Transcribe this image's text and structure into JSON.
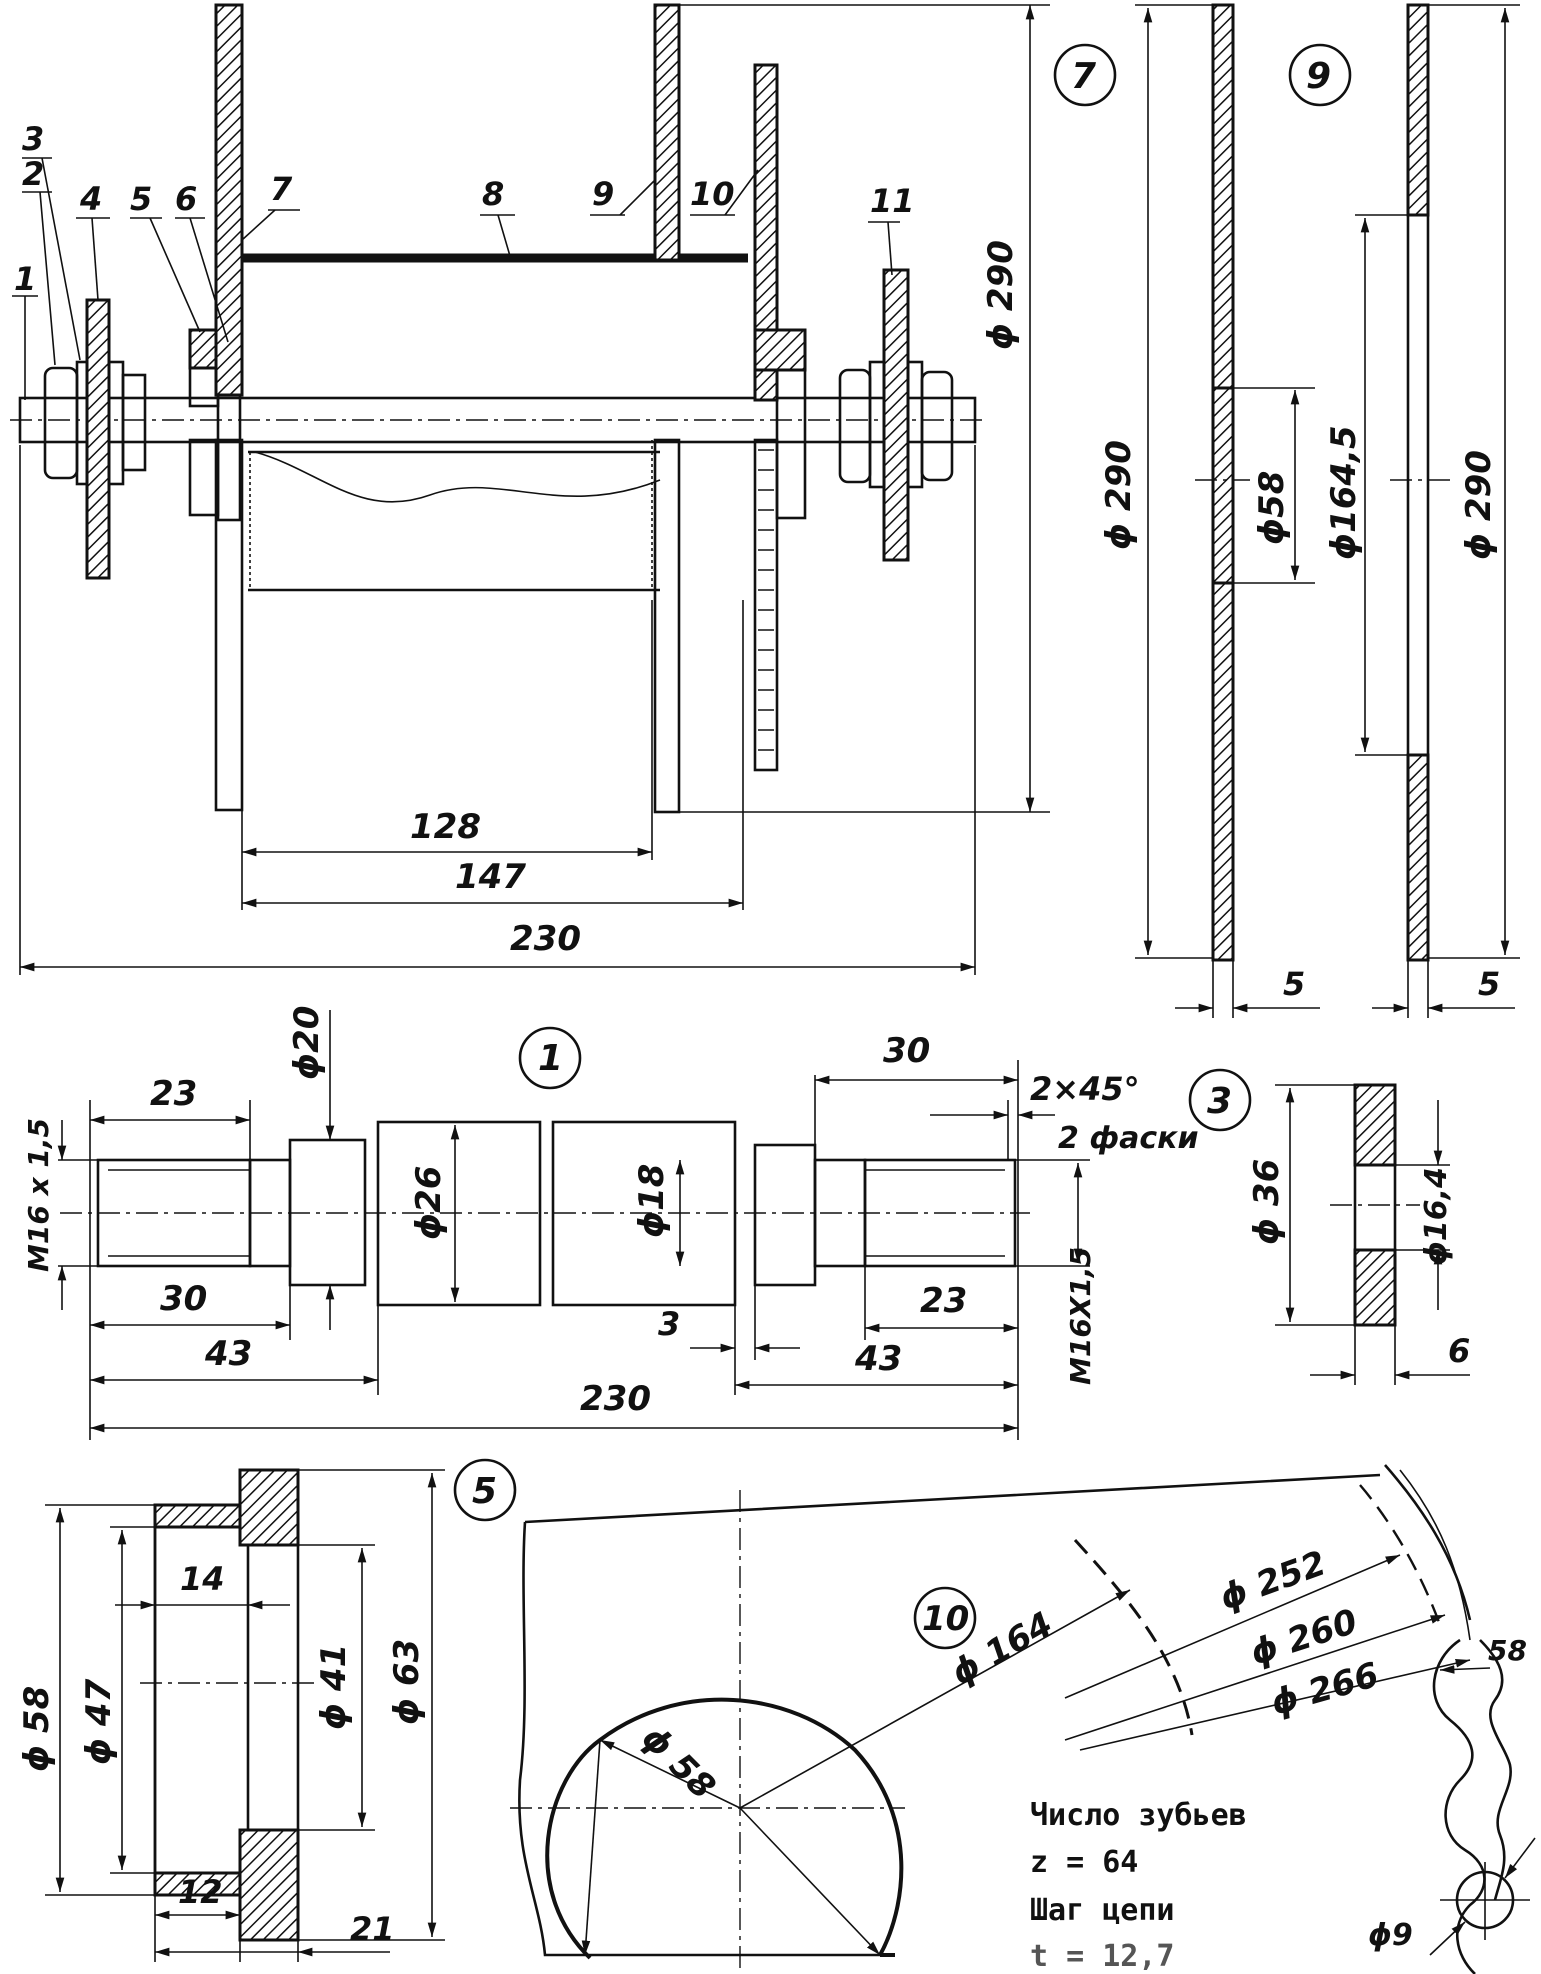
{
  "assembly": {
    "part_labels": [
      "1",
      "2",
      "3",
      "4",
      "5",
      "6",
      "7",
      "8",
      "9",
      "10",
      "11"
    ],
    "dims": {
      "d128": "128",
      "d147": "147",
      "d230": "230",
      "phi290": "ϕ 290"
    }
  },
  "part7": {
    "circle": "7",
    "phi290": "ϕ 290",
    "t5": "5"
  },
  "part9": {
    "circle": "9",
    "phi290a": "ϕ 290",
    "phi58": "ϕ58",
    "phi164": "ϕ164,5",
    "phi290b": "ϕ 290",
    "t5": "5"
  },
  "part1": {
    "circle": "1",
    "thread_left": "M16 x 1,5",
    "thread_right": "M16X1,5",
    "d23a": "23",
    "d30a": "30",
    "d43a": "43",
    "d230": "230",
    "phi20": "ϕ20",
    "phi26": "ϕ26",
    "phi18": "ϕ18",
    "d3": "3",
    "d30b": "30",
    "d23b": "23",
    "d43b": "43",
    "chamfer1": "2×45°",
    "chamfer2": "2 фаски"
  },
  "part3": {
    "circle": "3",
    "phi36": "ϕ 36",
    "phi164": "ϕ16,4",
    "t6": "6"
  },
  "part5": {
    "circle": "5",
    "phi58": "ϕ 58",
    "phi47": "ϕ 47",
    "phi41": "ϕ 41",
    "phi63": "ϕ 63",
    "d14": "14",
    "d12": "12",
    "d21": "21"
  },
  "part10": {
    "circle": "10",
    "phi164": "ϕ 164",
    "phi252": "ϕ 252",
    "phi260": "ϕ 260",
    "phi266": "ϕ 266",
    "phi58": "ϕ 58",
    "phi9": "ϕ9",
    "r58": "58",
    "note1": "Число зубьев",
    "note2": "z = 64",
    "note3": "Шаг цепи",
    "note4": "t = 12,7"
  }
}
